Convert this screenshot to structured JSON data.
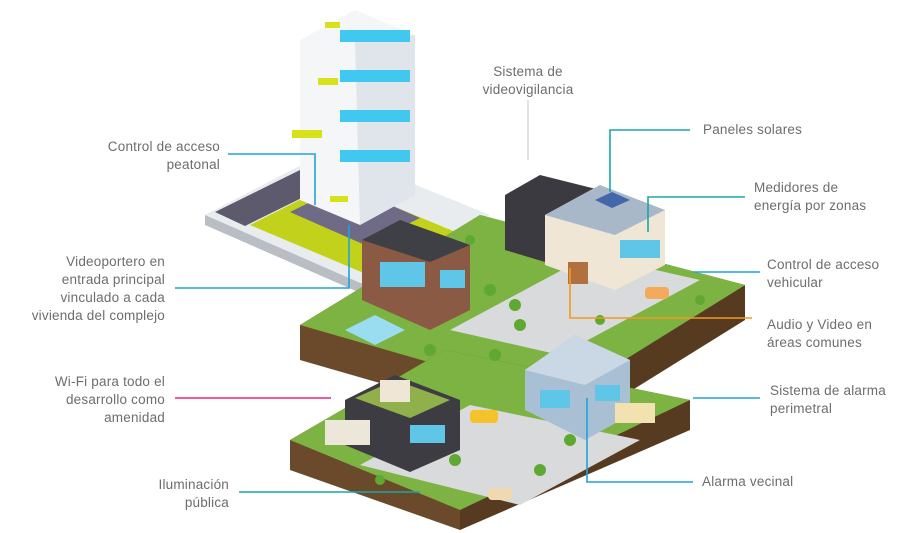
{
  "labels": {
    "peatonal": [
      "Control de acceso",
      "peatonal"
    ],
    "videovigilancia": [
      "Sistema de",
      "videovigilancia"
    ],
    "paneles": [
      "Paneles solares"
    ],
    "medidores": [
      "Medidores de",
      "energía por zonas"
    ],
    "vehicular": [
      "Control de acceso",
      "vehicular"
    ],
    "audio": [
      "Audio y Video en",
      "áreas comunes"
    ],
    "videoportero": [
      "Videoportero en",
      "entrada principal",
      "vinculado a cada",
      "vivienda del complejo"
    ],
    "wifi": [
      "Wi-Fi para todo el",
      "desarrollo como",
      "amenidad"
    ],
    "perimetral": [
      "Sistema de alarma",
      "perimetral"
    ],
    "iluminacion": [
      "Iluminación",
      "pública"
    ],
    "vecinal": [
      "Alarma vecinal"
    ]
  },
  "colors": {
    "blue": "#1fa3dc",
    "teal": "#1aa6a6",
    "orange": "#f39a1e",
    "pink": "#e6287a",
    "text": "#6d6d6d",
    "grass": "#7cb342",
    "soil": "#6b4a2b"
  }
}
